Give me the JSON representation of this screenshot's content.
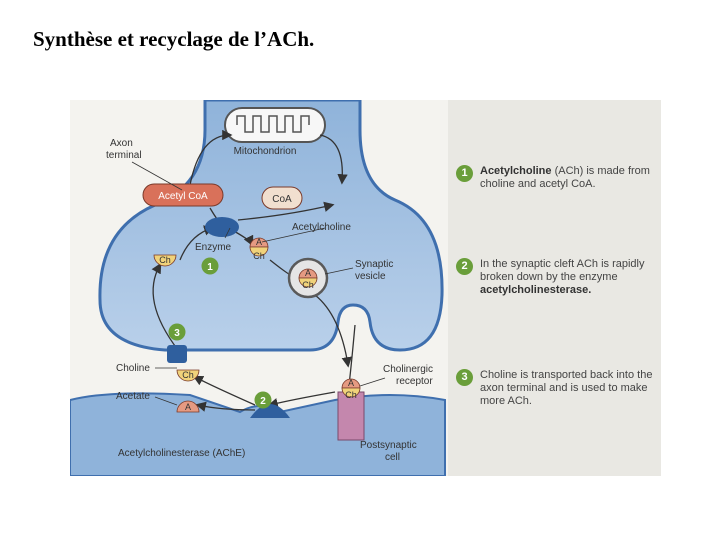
{
  "title": "Synthèse et recyclage de l’ACh.",
  "diagram": {
    "labels": {
      "axon_terminal_1": "Axon",
      "axon_terminal_2": "terminal",
      "mitochondrion": "Mitochondrion",
      "acetyl_coa": "Acetyl CoA",
      "coa": "CoA",
      "acetylcholine": "Acetylcholine",
      "enzyme": "Enzyme",
      "synaptic_vesicle_1": "Synaptic",
      "synaptic_vesicle_2": "vesicle",
      "choline": "Choline",
      "acetate": "Acetate",
      "ache": "Acetylcholinesterase (AChE)",
      "cholinergic_receptor_1": "Cholinergic",
      "cholinergic_receptor_2": "receptor",
      "postsynaptic_1": "Postsynaptic",
      "postsynaptic_2": "cell",
      "ch": "Ch",
      "a": "A"
    },
    "step_numbers": [
      "1",
      "2",
      "3"
    ],
    "notes": [
      {
        "num": "1",
        "bold": "Acetylcholine",
        "text": " (ACh) is made from choline and acetyl CoA."
      },
      {
        "num": "2",
        "text": "In the synaptic cleft ACh is rapidly broken down by the enzyme ",
        "bold": "acetylcholinesterase."
      },
      {
        "num": "3",
        "text": "Choline is transported back into the axon terminal and is used to make more ACh."
      }
    ],
    "colors": {
      "terminal_fill": "#a7c3e2",
      "terminal_edge": "#3f6fae",
      "acetyl_coa": "#d9715a",
      "coa": "#f1dfcf",
      "choline_half": "#f0d27a",
      "acetate_half": "#e59a82",
      "enzyme": "#2f5f9e",
      "step_green": "#6a9e3a",
      "receptor": "#c487ad"
    }
  }
}
